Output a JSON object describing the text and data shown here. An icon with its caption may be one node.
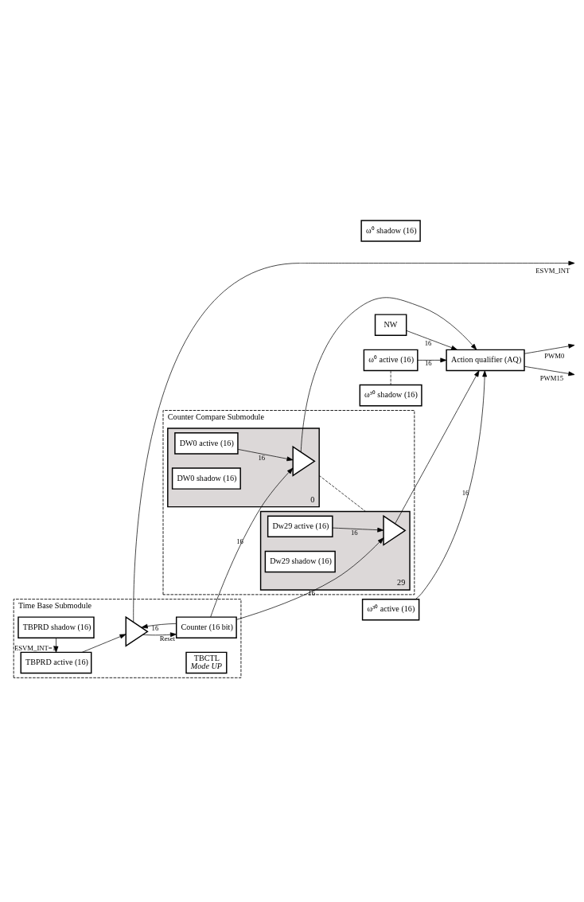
{
  "diagram": {
    "nodes": [
      {
        "text": [
          "Time Base Submodule"
        ]
      },
      {
        "text": [
          "TBPRD shadow (16)"
        ],
        "in": 0
      },
      {
        "text": [
          "TBPRD active (16)"
        ],
        "in": 0
      },
      {
        "text": [],
        "shape": "triangle",
        "in": 0
      },
      {
        "text": [
          "Counter (16 bit)"
        ],
        "in": 0
      },
      {
        "text": [
          "TBCTL",
          "Mode UP"
        ],
        "in": 0
      },
      {
        "text": [
          "Counter Compare Submodule"
        ]
      },
      {
        "text": [
          "0"
        ],
        "in": 6
      },
      {
        "text": [],
        "shape": "triangle",
        "in": 7
      },
      {
        "text": [
          "DW0 active (16)"
        ],
        "in": 7
      },
      {
        "text": [
          "DW0 shadow (16)"
        ],
        "in": 7
      },
      {
        "text": [
          "29"
        ],
        "in": 6
      },
      {
        "text": [],
        "shape": "triangle",
        "in": 11
      },
      {
        "text": [
          "Dw29 active (16)"
        ],
        "in": 11
      },
      {
        "text": [
          "Dw29 shadow (16)"
        ],
        "in": 11
      },
      {
        "text": [
          "NW"
        ]
      },
      {
        "text": [
          "Action qualifier (AQ)"
        ]
      },
      {
        "text": [
          "ω⁰ shadow (16)"
        ]
      },
      {
        "text": [
          "ω⁰ active (16)"
        ]
      },
      {
        "text": [
          "ω³⁰ shadow (16)"
        ]
      },
      {
        "text": [
          "ω³⁰ active (16)"
        ]
      }
    ],
    "edges": [
      {
        "from": 1,
        "to": 2,
        "arrow": "to",
        "label": "ESVM_INT=1"
      },
      {
        "from": 2,
        "to": 3,
        "arrow": "to"
      },
      {
        "from": 4,
        "to": 3,
        "arrow": "to",
        "label": "16"
      },
      {
        "from": 3,
        "to": 4,
        "arrow": "to",
        "label": "Reset"
      },
      {
        "from": 3,
        "to": null,
        "arrow": "to",
        "label": "ESVM_INT"
      },
      {
        "from": 4,
        "to": 8,
        "arrow": "to",
        "label": "16"
      },
      {
        "from": 9,
        "to": 8,
        "arrow": "to",
        "label": "16"
      },
      {
        "from": 4,
        "to": 12,
        "arrow": "to",
        "label": "16"
      },
      {
        "from": 13,
        "to": 12,
        "arrow": "to",
        "label": "16"
      },
      {
        "from": 8,
        "to": 16,
        "arrow": "to"
      },
      {
        "from": 12,
        "to": 16,
        "arrow": "to"
      },
      {
        "from": 15,
        "to": 16,
        "arrow": "to",
        "label": "16"
      },
      {
        "from": 18,
        "to": 16,
        "arrow": "to",
        "label": "16"
      },
      {
        "from": 20,
        "to": 16,
        "arrow": "to",
        "label": "16"
      },
      {
        "from": 7,
        "to": 11,
        "arrow": "none",
        "style": "dashed"
      },
      {
        "from": 18,
        "to": 19,
        "arrow": "none",
        "style": "dashed"
      },
      {
        "from": 16,
        "to": null,
        "arrow": "to",
        "label": "PWM0"
      },
      {
        "from": 16,
        "to": null,
        "arrow": "to",
        "label": "PWM15"
      }
    ]
  }
}
